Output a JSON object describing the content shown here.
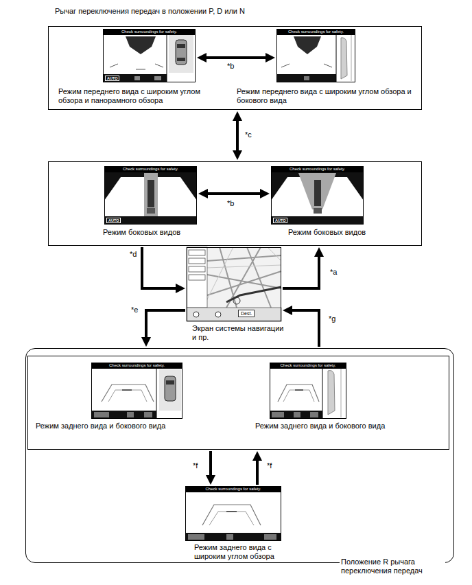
{
  "diagram": {
    "nodes": [
      {
        "text": [
          "Рычаг переключения передач в положении P, D или N"
        ]
      },
      {
        "text": [
          "Check surroundings for safety.",
          "AUTO",
          "Режим переднего вида с широким углом обзора и панорамного обзора"
        ],
        "in": 0
      },
      {
        "text": [
          "Check surroundings for safety.",
          "Режим переднего вида с широким углом обзора и бокового вида"
        ],
        "in": 0
      },
      {
        "text": []
      },
      {
        "text": [
          "Check surroundings for safety.",
          "AUTO",
          "Режим боковых видов"
        ],
        "in": 3
      },
      {
        "text": [
          "Check surroundings for safety.",
          "AUTO",
          "Режим боковых видов"
        ],
        "in": 3
      },
      {
        "text": [
          "Dest.",
          "Экран системы навигации и пр."
        ]
      },
      {
        "text": [
          "Положение R рычага переключения передач"
        ]
      },
      {
        "text": [],
        "in": 7
      },
      {
        "text": [
          "Check surroundings for safety.",
          "Режим заднего вида и бокового вида"
        ],
        "in": 8
      },
      {
        "text": [
          "Check surroundings for safety.",
          "Режим заднего вида и бокового вида"
        ],
        "in": 8
      },
      {
        "text": [
          "Check surroundings for safety.",
          "Режим заднего вида с широким углом обзора"
        ],
        "in": 7
      }
    ],
    "edges": [
      {
        "from": 1,
        "to": 2,
        "arrow": "both",
        "label": "*b"
      },
      {
        "from": 0,
        "to": 3,
        "arrow": "both",
        "label": "*c"
      },
      {
        "from": 4,
        "to": 5,
        "arrow": "both",
        "label": "*b"
      },
      {
        "from": 3,
        "to": 6,
        "arrow": "to",
        "label": "*d"
      },
      {
        "from": 6,
        "to": 3,
        "arrow": "to",
        "label": "*a"
      },
      {
        "from": 6,
        "to": 7,
        "arrow": "to",
        "label": "*e"
      },
      {
        "from": 7,
        "to": 6,
        "arrow": "to",
        "label": "*g"
      },
      {
        "from": 8,
        "to": 11,
        "arrow": "to",
        "label": "*f"
      },
      {
        "from": 11,
        "to": 8,
        "arrow": "to",
        "label": "*f"
      }
    ]
  }
}
